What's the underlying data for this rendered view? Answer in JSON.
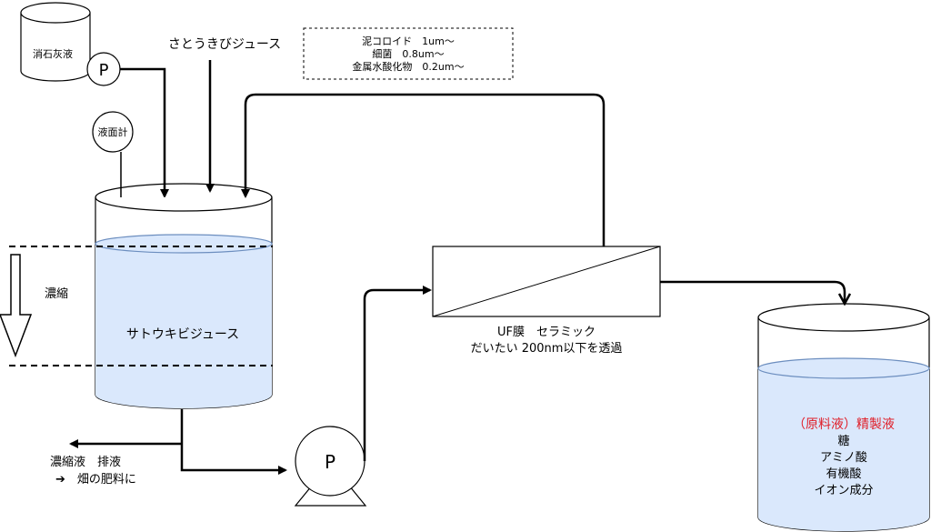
{
  "lime_tank": {
    "label": "消石灰液"
  },
  "pump_symbol": "P",
  "level_gauge": {
    "label": "液面計"
  },
  "feed": {
    "label": "さとうきびジュース"
  },
  "note_box": {
    "line1": "泥コロイド　1um～",
    "line2": "細菌　0.8um～",
    "line3": "金属水酸化物　0.2um～"
  },
  "concentrate_arrow": {
    "label": "濃縮"
  },
  "main_tank": {
    "label": "サトウキビジュース",
    "liquid_color": "#dae8fc",
    "liquid_stroke": "#6c8ebf"
  },
  "discharge": {
    "line1": "濃縮液　排液",
    "line2": "➔　畑の肥料に"
  },
  "uf_membrane": {
    "line1": "UF膜　セラミック",
    "line2": "だいたい 200nm以下を透過"
  },
  "product_tank": {
    "title": "（原料液）精製液",
    "title_color": "#e0202a",
    "items": [
      "糖",
      "アミノ酸",
      "有機酸",
      "イオン成分"
    ]
  }
}
